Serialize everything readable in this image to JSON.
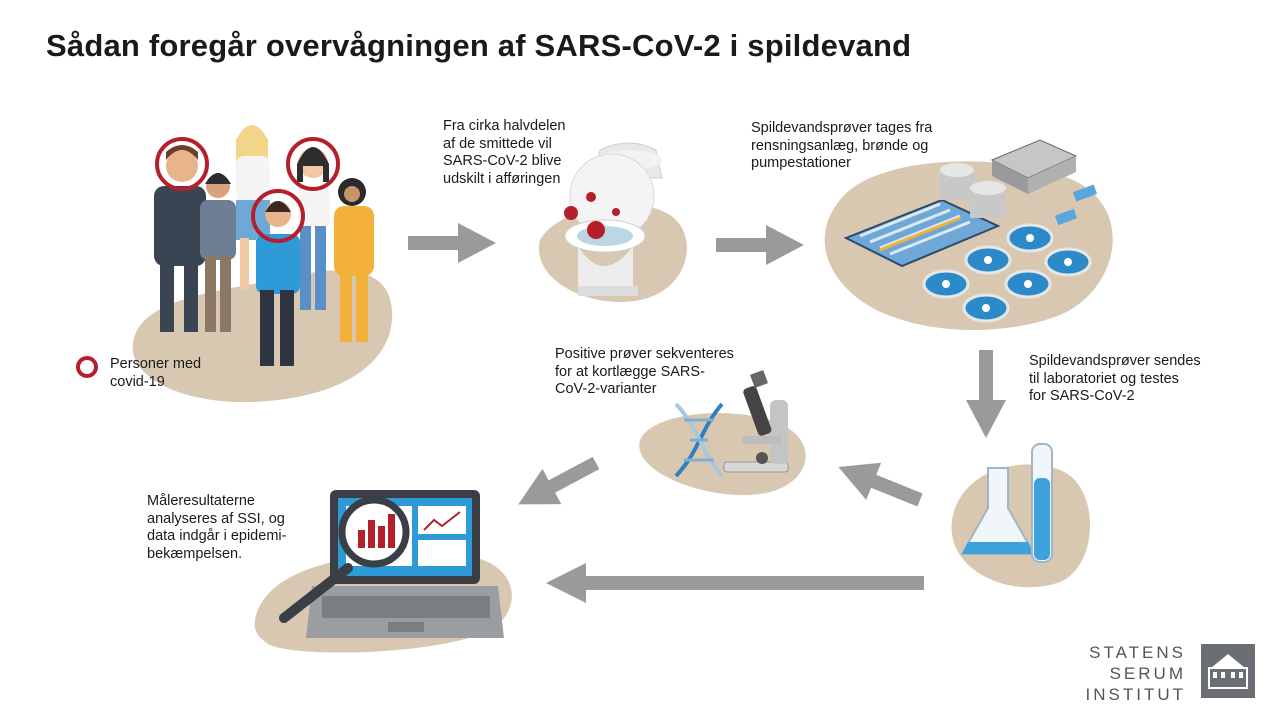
{
  "title": "Sådan foregår overvågningen af SARS-CoV-2 i spildevand",
  "steps": {
    "people_legend": "Personer med\ncovid-19",
    "toilet": "Fra cirka halvdelen\naf de smittede vil\nSARS-CoV-2 blive\nudskilt i afføringen",
    "samples": "Spildevandsprøver tages fra\nrensningsanlæg, brønde og\npumpestationer",
    "lab": "Spildevandsprøver sendes\ntil laboratoriet og testes\nfor SARS-CoV-2",
    "sequencing": "Positive prøver sekventeres\nfor at kortlægge SARS-\nCoV-2-varianter",
    "results": "Måleresultaterne\nanalyseres af SSI, og\ndata indgår i epidemi-\nbekæmpelsen."
  },
  "logo": {
    "line1": "STATENS",
    "line2": "SERUM",
    "line3": "INSTITUT"
  },
  "colors": {
    "blob": "#d8c8b2",
    "arrow": "#9a9a9a",
    "infected_ring": "#b41f2b",
    "lab_blue": "#3ea1dc"
  },
  "icons": [
    "people-icon",
    "toilet-icon",
    "virus-icon",
    "treatment-plant-icon",
    "microscope-icon",
    "dna-icon",
    "flask-icon",
    "test-tube-icon",
    "laptop-icon",
    "magnifier-icon",
    "institute-logo-icon"
  ]
}
